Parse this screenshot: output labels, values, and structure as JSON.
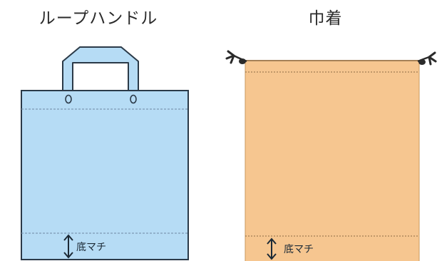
{
  "loop_handle_bag": {
    "title": "ループハンドル",
    "gusset_label": "底マチ"
  },
  "drawstring_bag": {
    "title": "巾着",
    "gusset_label": "底マチ"
  },
  "colors": {
    "loop_bag_fill": "#b6dcf5",
    "drawstring_bag_fill": "#f6c690",
    "outline": "#2b3a48"
  }
}
